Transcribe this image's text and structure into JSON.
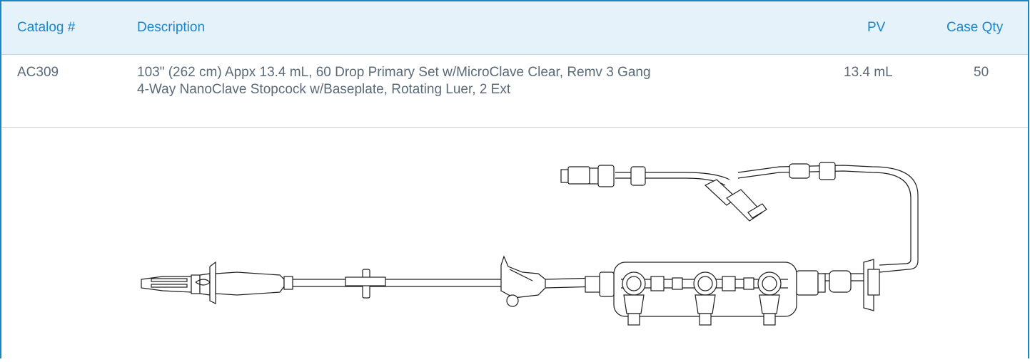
{
  "table": {
    "headers": {
      "catalog": "Catalog #",
      "description": "Description",
      "pv": "PV",
      "case_qty": "Case Qty"
    },
    "rows": [
      {
        "catalog": "AC309",
        "description_line1": "103\" (262 cm) Appx 13.4 mL, 60 Drop Primary Set w/MicroClave Clear, Remv 3 Gang",
        "description_line2": "4-Way NanoClave Stopcock w/Baseplate, Rotating Luer, 2 Ext",
        "pv": "13.4 mL",
        "case_qty": "50"
      }
    ]
  },
  "colors": {
    "accent": "#1a86c8",
    "header_bg": "#e6f2fa",
    "body_text": "#5a6a78"
  }
}
